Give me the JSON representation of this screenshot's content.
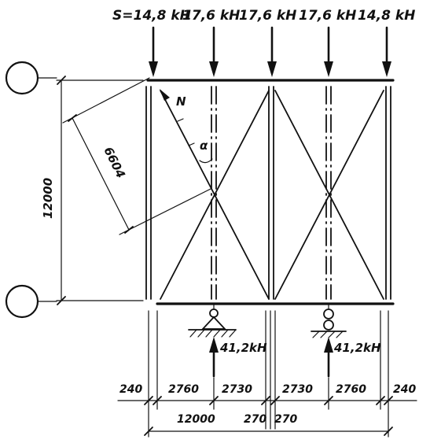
{
  "loads": {
    "load_1": "S=14,8 kH",
    "load_2": "17,6 kH",
    "load_3": "17,6 kH",
    "load_4": "17,6 kH",
    "load_5": "14,8 kH"
  },
  "labels": {
    "force": "N",
    "angle": "α",
    "height_dim": "12000",
    "diagonal_dim": "6604",
    "reaction_left": "41,2kH",
    "reaction_right": "41,2kH"
  },
  "dimensions": {
    "seg_1": "240",
    "seg_2": "2760",
    "seg_3": "2730",
    "seg_4": "2730",
    "seg_5": "2760",
    "seg_6": "240",
    "total": "12000",
    "gap_1": "270",
    "gap_2": "270"
  }
}
